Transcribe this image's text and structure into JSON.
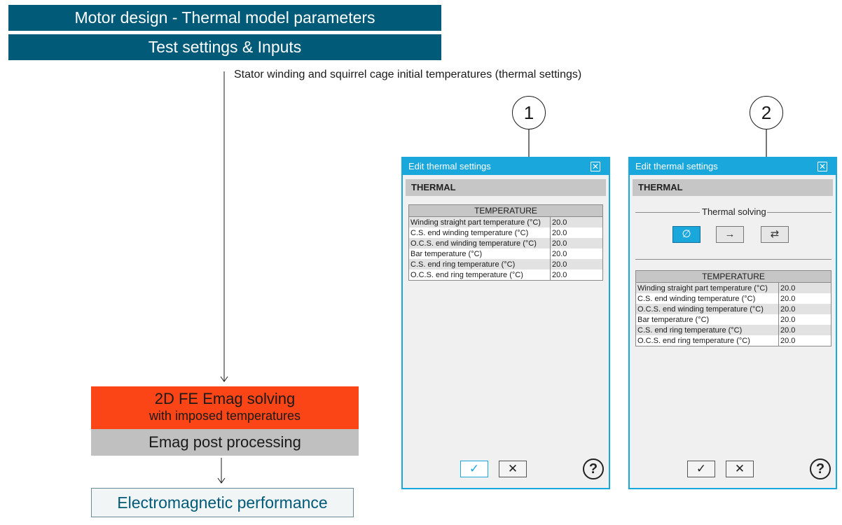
{
  "header": {
    "title": "Motor design - Thermal model parameters",
    "subtitle": "Test settings & Inputs"
  },
  "annotation": "Stator winding and squirrel cage initial temperatures (thermal settings)",
  "flow": {
    "solve_line1": "2D FE Emag solving",
    "solve_line2": "with imposed temperatures",
    "post": "Emag post processing",
    "result": "Electromagnetic performance"
  },
  "callouts": [
    "1",
    "2"
  ],
  "dialog1": {
    "title": "Edit thermal settings",
    "tab": "THERMAL",
    "table_header": "TEMPERATURE",
    "rows": [
      {
        "label": "Winding straight part temperature (°C)",
        "value": "20.0"
      },
      {
        "label": "C.S. end winding temperature (°C)",
        "value": "20.0"
      },
      {
        "label": "O.C.S. end winding temperature (°C)",
        "value": "20.0"
      },
      {
        "label": "Bar temperature (°C)",
        "value": "20.0"
      },
      {
        "label": "C.S. end ring temperature (°C)",
        "value": "20.0"
      },
      {
        "label": "O.C.S. end ring temperature (°C)",
        "value": "20.0"
      }
    ]
  },
  "dialog2": {
    "title": "Edit thermal settings",
    "tab": "THERMAL",
    "solving_label": "Thermal solving",
    "solving_options": [
      "∅",
      "→",
      "⇄"
    ],
    "table_header": "TEMPERATURE",
    "rows": [
      {
        "label": "Winding straight part temperature (°C)",
        "value": "20.0"
      },
      {
        "label": "C.S. end winding temperature (°C)",
        "value": "20.0"
      },
      {
        "label": "O.C.S. end winding temperature (°C)",
        "value": "20.0"
      },
      {
        "label": "Bar temperature (°C)",
        "value": "20.0"
      },
      {
        "label": "C.S. end ring temperature (°C)",
        "value": "20.0"
      },
      {
        "label": "O.C.S. end ring temperature (°C)",
        "value": "20.0"
      }
    ]
  },
  "buttons": {
    "ok": "✓",
    "cancel": "✕",
    "help": "?",
    "close": "✕"
  }
}
